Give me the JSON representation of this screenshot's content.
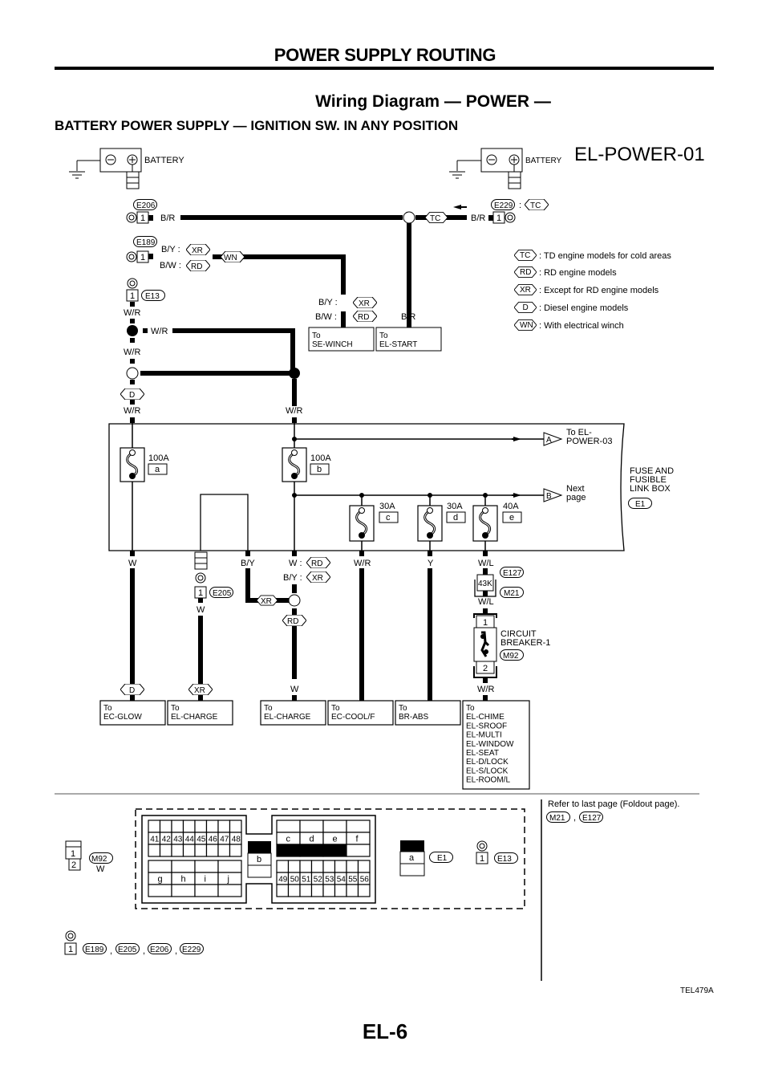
{
  "header": {
    "section": "POWER SUPPLY ROUTING",
    "diagram_title": "Wiring Diagram — POWER —",
    "subtitle": "BATTERY POWER SUPPLY — IGNITION SW. IN ANY POSITION",
    "diagram_code": "EL-POWER-01",
    "page_number": "EL-6",
    "figure_id": "TEL479A"
  },
  "batteries": [
    {
      "label": "BATTERY"
    },
    {
      "label": "BATTERY"
    }
  ],
  "legend": [
    {
      "code": "TC",
      "desc": ": TD engine models for cold areas"
    },
    {
      "code": "RD",
      "desc": ": RD engine models"
    },
    {
      "code": "XR",
      "desc": ": Except for RD engine models"
    },
    {
      "code": "D",
      "desc": ": Diesel engine models"
    },
    {
      "code": "WN",
      "desc": ": With electrical winch"
    }
  ],
  "connectors": {
    "e206": {
      "id": "E206",
      "pin": "1",
      "wire": "B/R"
    },
    "e189": {
      "id": "E189",
      "pin": "1",
      "wire1": "B/Y :",
      "opt1": "XR",
      "wire2": "B/W :",
      "opt2": "RD",
      "winch": "WN"
    },
    "e229": {
      "id": "E229",
      "sep": ":",
      "opt": "TC",
      "pin": "1",
      "wire": "B/R",
      "inline_opt": "TC"
    },
    "e13": {
      "id": "E13",
      "pin": "1"
    },
    "e205": {
      "id": "E205",
      "pin": "1"
    },
    "e127": {
      "id": "E127",
      "pin": "43K"
    },
    "m21": {
      "id": "M21"
    },
    "m92": {
      "id": "M92"
    },
    "e1": {
      "id": "E1"
    }
  },
  "wires": {
    "wr": "W/R",
    "br": "B/R",
    "w": "W",
    "by": "B/Y",
    "y": "Y",
    "wl": "W/L",
    "w_colon": "W :",
    "by_colon": "B/Y :",
    "bw_colon": "B/W :"
  },
  "options": {
    "d": "D",
    "xr": "XR",
    "rd": "RD",
    "tc": "TC",
    "wn": "WN"
  },
  "destinations": {
    "se_winch": [
      "To",
      "SE-WINCH"
    ],
    "el_start": [
      "To",
      "EL-START"
    ],
    "ec_glow": [
      "To",
      "EC-GLOW"
    ],
    "el_charge1": [
      "To",
      "EL-CHARGE"
    ],
    "el_charge2": [
      "To",
      "EL-CHARGE"
    ],
    "ec_coolf": [
      "To",
      "EC-COOL/F"
    ],
    "br_abs": [
      "To",
      "BR-ABS"
    ],
    "multi": [
      "To",
      "EL-CHIME",
      "EL-SROOF",
      "EL-MULTI",
      "EL-WINDOW",
      "EL-SEAT",
      "EL-D/LOCK",
      "EL-S/LOCK",
      "EL-ROOM/L"
    ]
  },
  "fuse_box": {
    "label": [
      "FUSE AND",
      "FUSIBLE",
      "LINK BOX"
    ],
    "connector": "E1",
    "fuses": [
      {
        "rating": "100A",
        "id": "a"
      },
      {
        "rating": "100A",
        "id": "b"
      },
      {
        "rating": "30A",
        "id": "c"
      },
      {
        "rating": "30A",
        "id": "d"
      },
      {
        "rating": "40A",
        "id": "e"
      }
    ],
    "outputs": [
      {
        "letter": "A",
        "text": [
          "To EL-",
          "POWER-03"
        ]
      },
      {
        "letter": "B",
        "text": [
          "Next",
          "page"
        ]
      }
    ]
  },
  "circuit_breaker": {
    "label": [
      "CIRCUIT",
      "BREAKER-1"
    ],
    "pin1": "1",
    "pin2": "2",
    "connector": "M92"
  },
  "connector_views": {
    "m92": {
      "pins": [
        "1",
        "2"
      ],
      "id": "M92",
      "color": "W"
    },
    "e1_left_top": [
      "41",
      "42",
      "43",
      "44",
      "45",
      "46",
      "47",
      "48"
    ],
    "e1_left_bottom": [
      "g",
      "h",
      "i",
      "j"
    ],
    "e1_mid": "b",
    "e1_right_top": [
      "c",
      "d",
      "e",
      "f"
    ],
    "e1_right_bottom": [
      "49",
      "50",
      "51",
      "52",
      "53",
      "54",
      "55",
      "56"
    ],
    "e1_single": "a",
    "e1_id": "E1",
    "e13": {
      "pin": "1",
      "id": "E13"
    },
    "foldout_note": "Refer to last page (Foldout page).",
    "foldout_ids": [
      "M21",
      "E127"
    ],
    "term_list": {
      "pin": "1",
      "ids": [
        "E189",
        "E205",
        "E206",
        "E229"
      ]
    }
  }
}
